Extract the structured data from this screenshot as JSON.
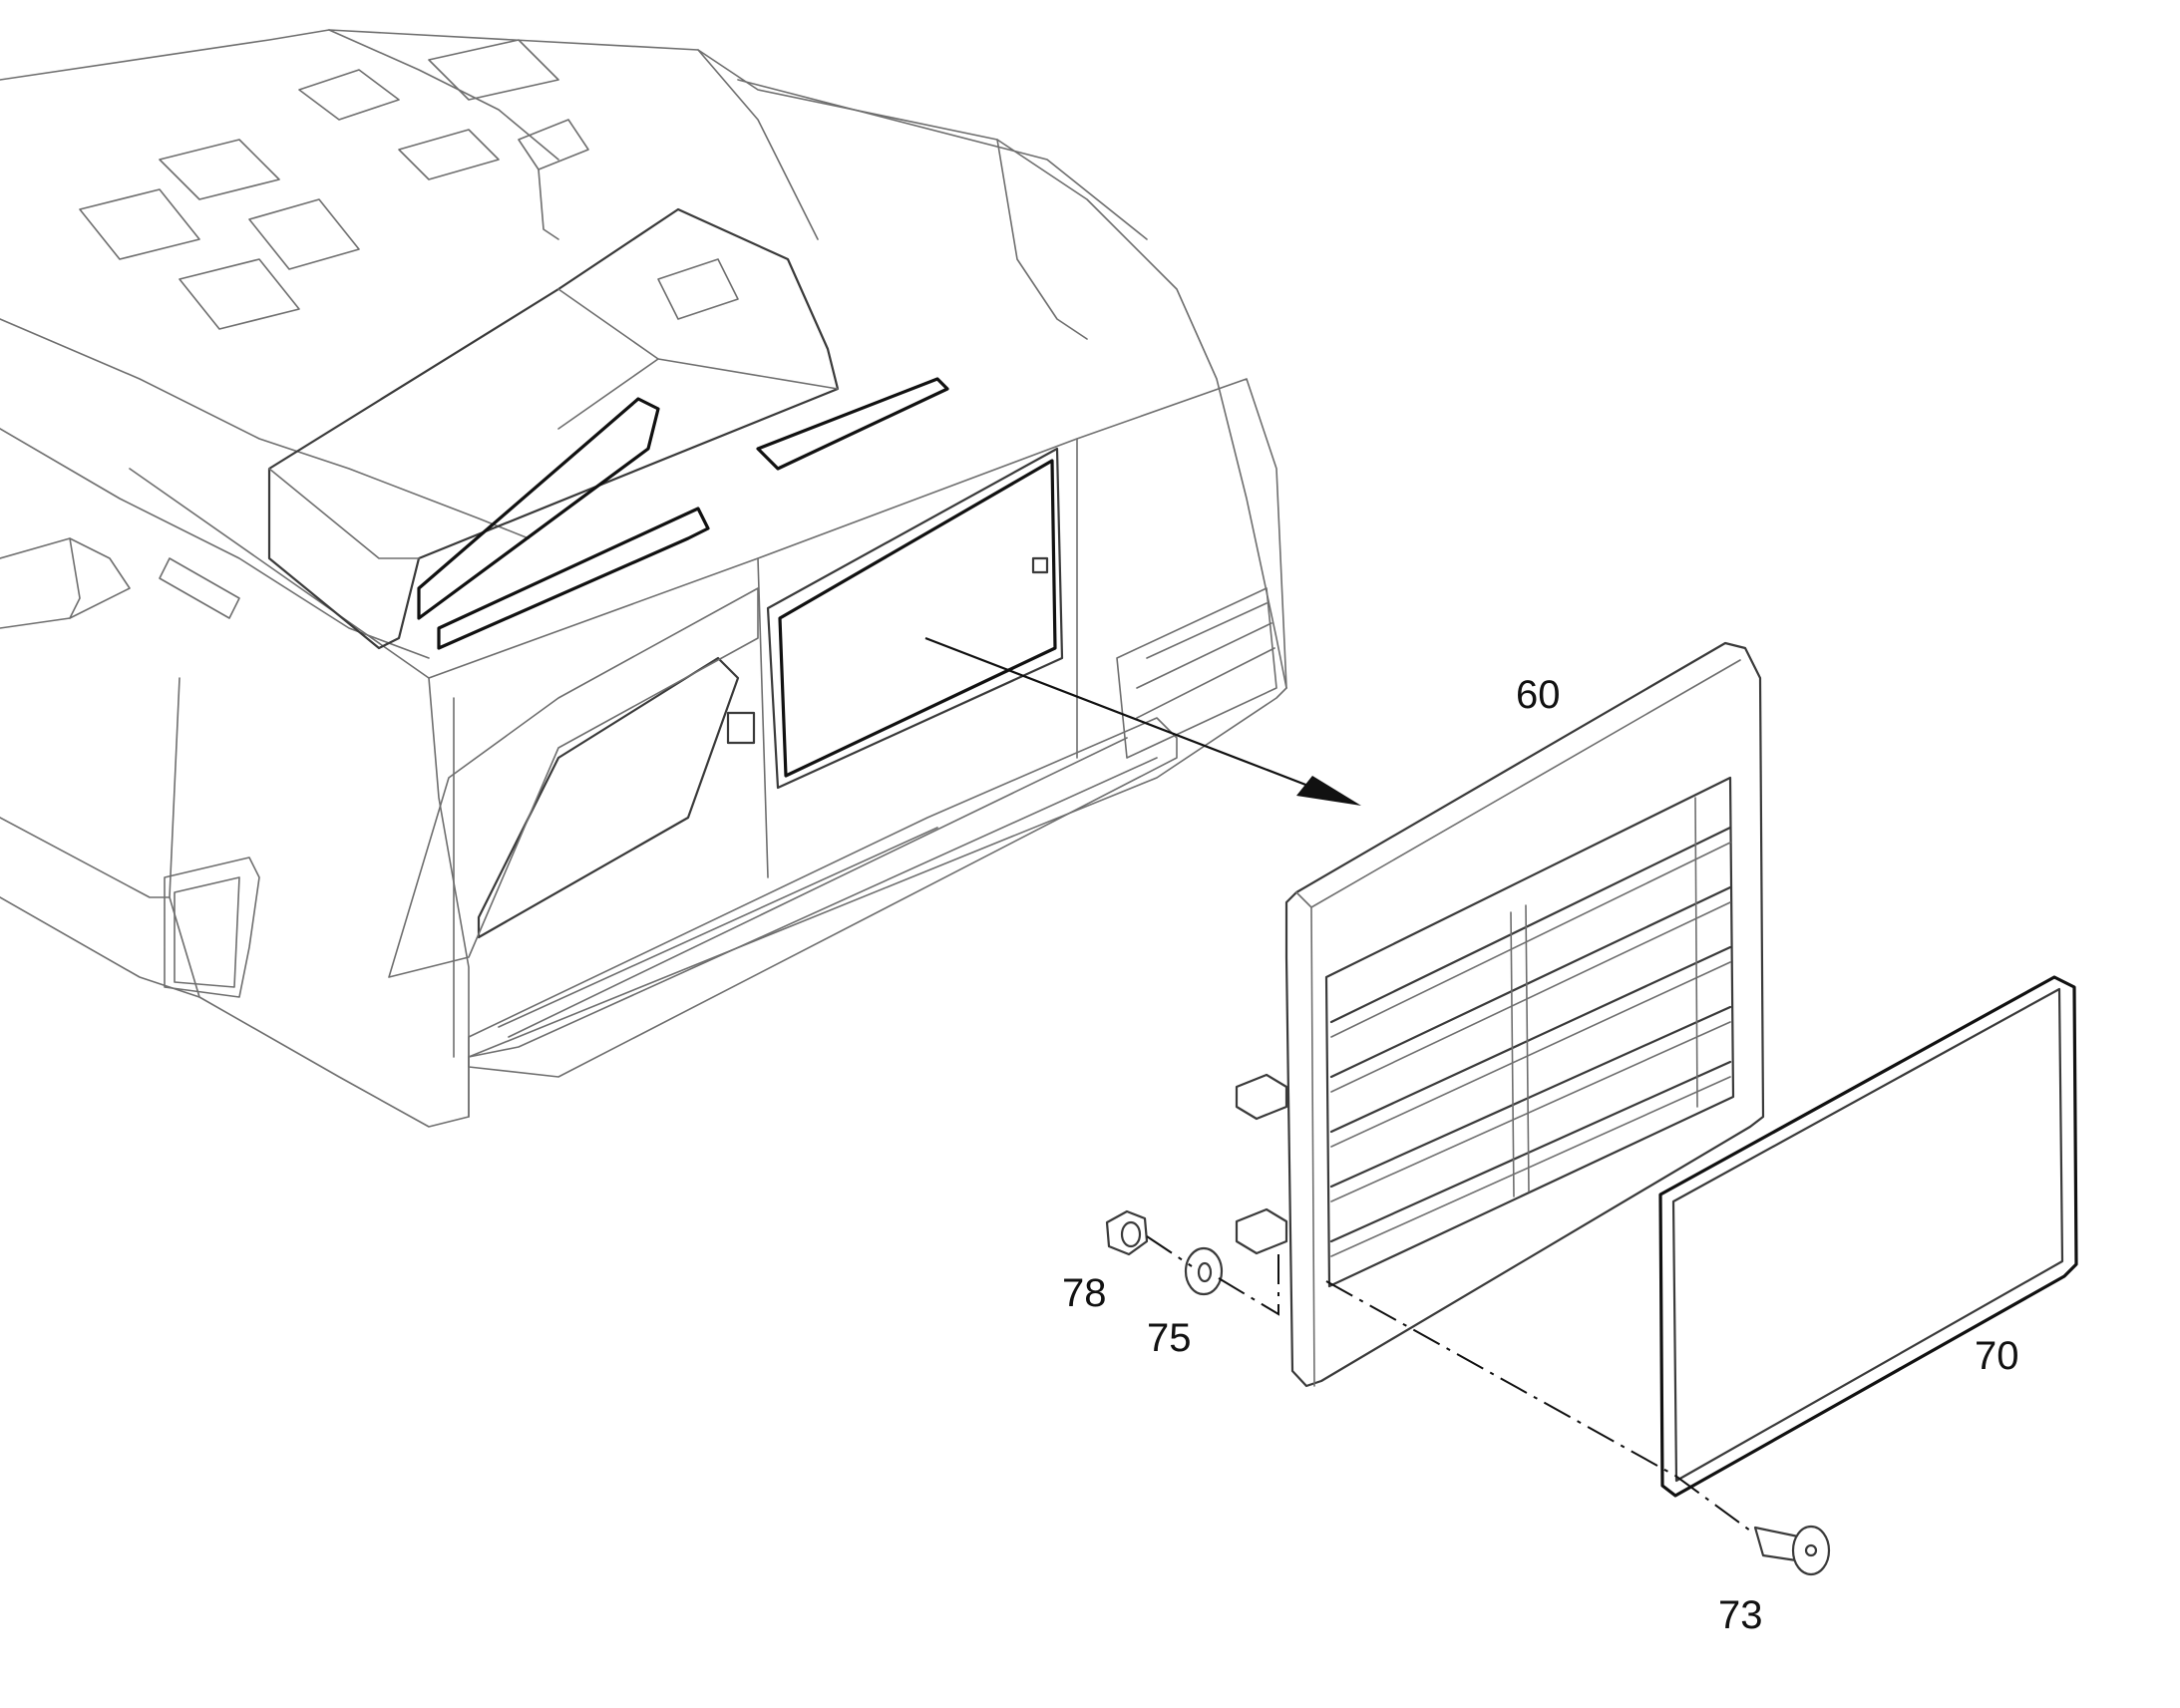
{
  "callouts": {
    "panel": "60",
    "gasket": "70",
    "bolt": "73",
    "washer": "75",
    "nut": "78"
  },
  "colors": {
    "line_dark": "#111111",
    "line_gray": "#6e6e6e",
    "background": "#ffffff"
  }
}
